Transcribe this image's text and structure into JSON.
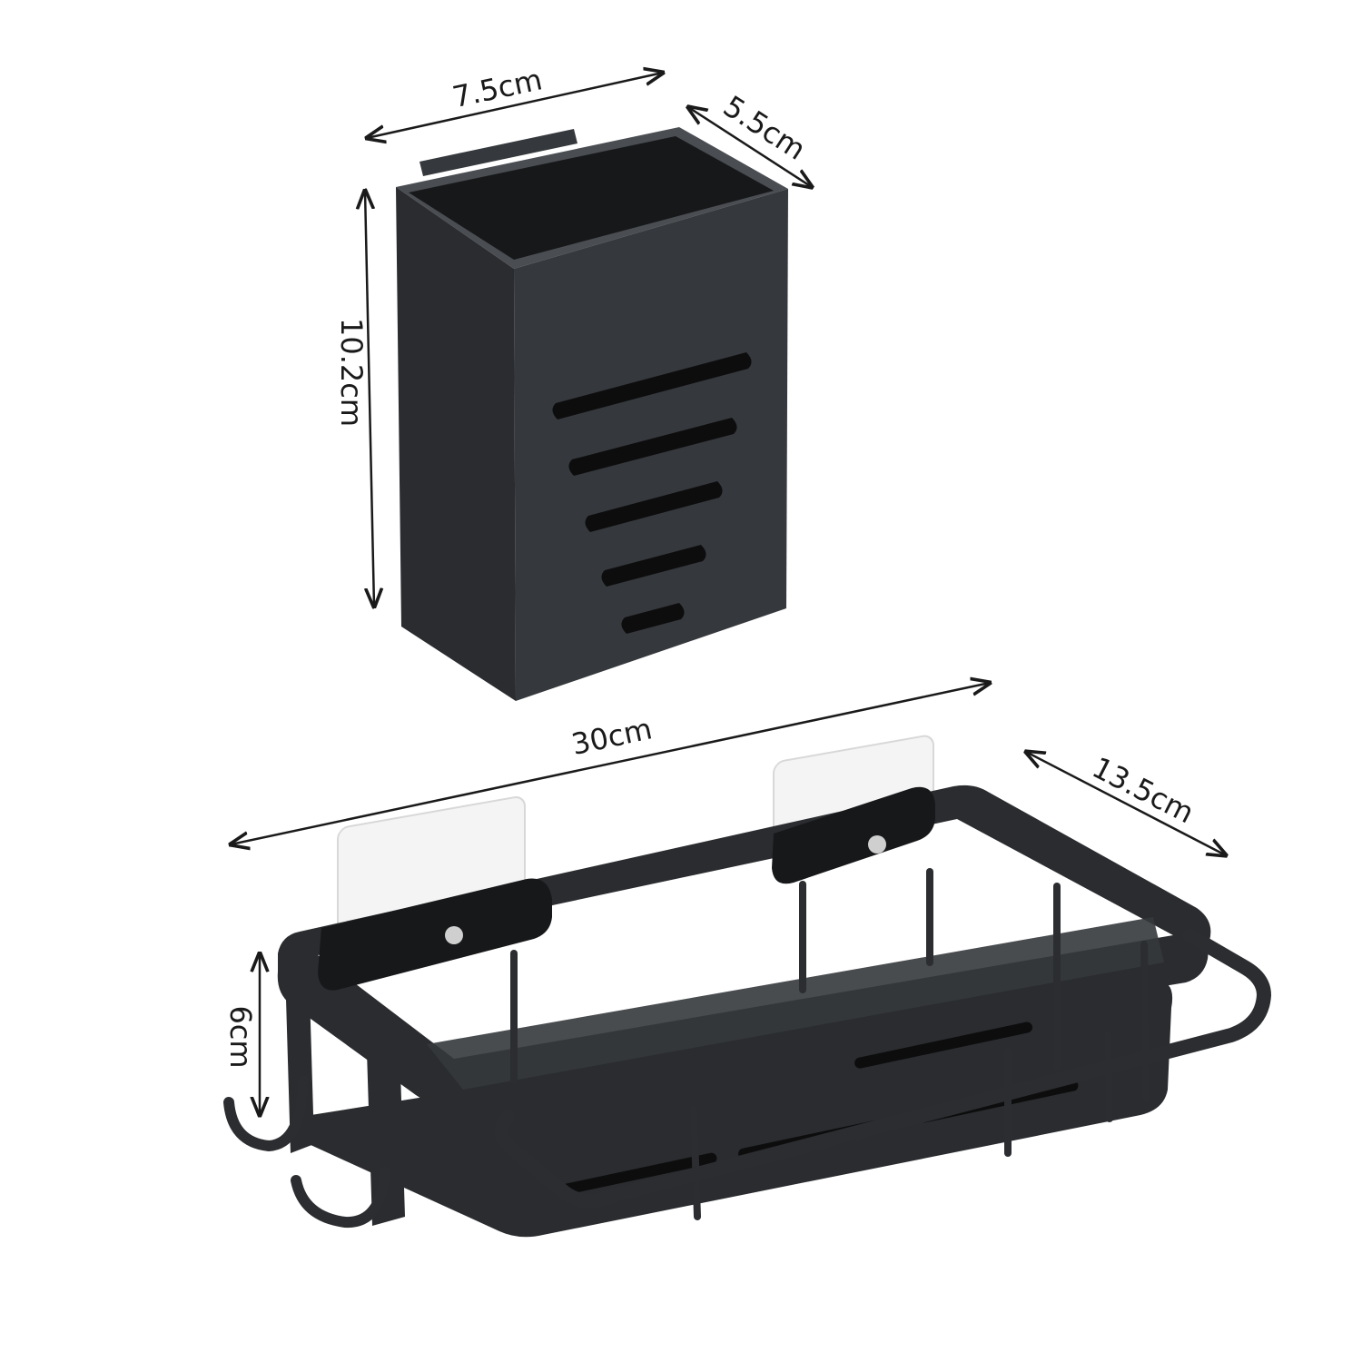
{
  "holder": {
    "width_label": "7.5cm",
    "depth_label": "5.5cm",
    "height_label": "10.2cm"
  },
  "shelf": {
    "length_label": "30cm",
    "depth_label": "13.5cm",
    "height_label": "6cm"
  },
  "colors": {
    "product": "#2a2c2f",
    "dimension_line": "#1a1a1a",
    "adhesive_pad": "#f4f4f4"
  }
}
